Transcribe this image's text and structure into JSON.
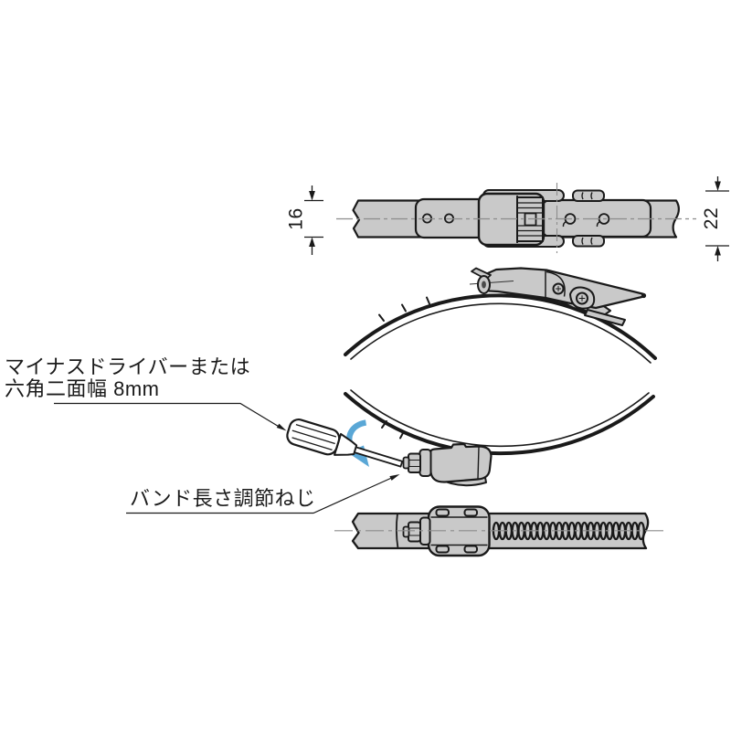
{
  "diagram": {
    "annotations": {
      "screwdriver_note_line1": "マイナスドライバーまたは",
      "screwdriver_note_line2": "六角二面幅 8mm",
      "adjustment_screw_label": "バンド長さ調節ねじ"
    },
    "dimensions": {
      "band_width_mm": "16",
      "buckle_height_mm": "22"
    },
    "colors": {
      "part_fill": "#c9c9c9",
      "outline": "#1a1a1a",
      "centerline": "#8c8c8c",
      "rotation_arrow_blue": "#5aa7d6"
    }
  }
}
